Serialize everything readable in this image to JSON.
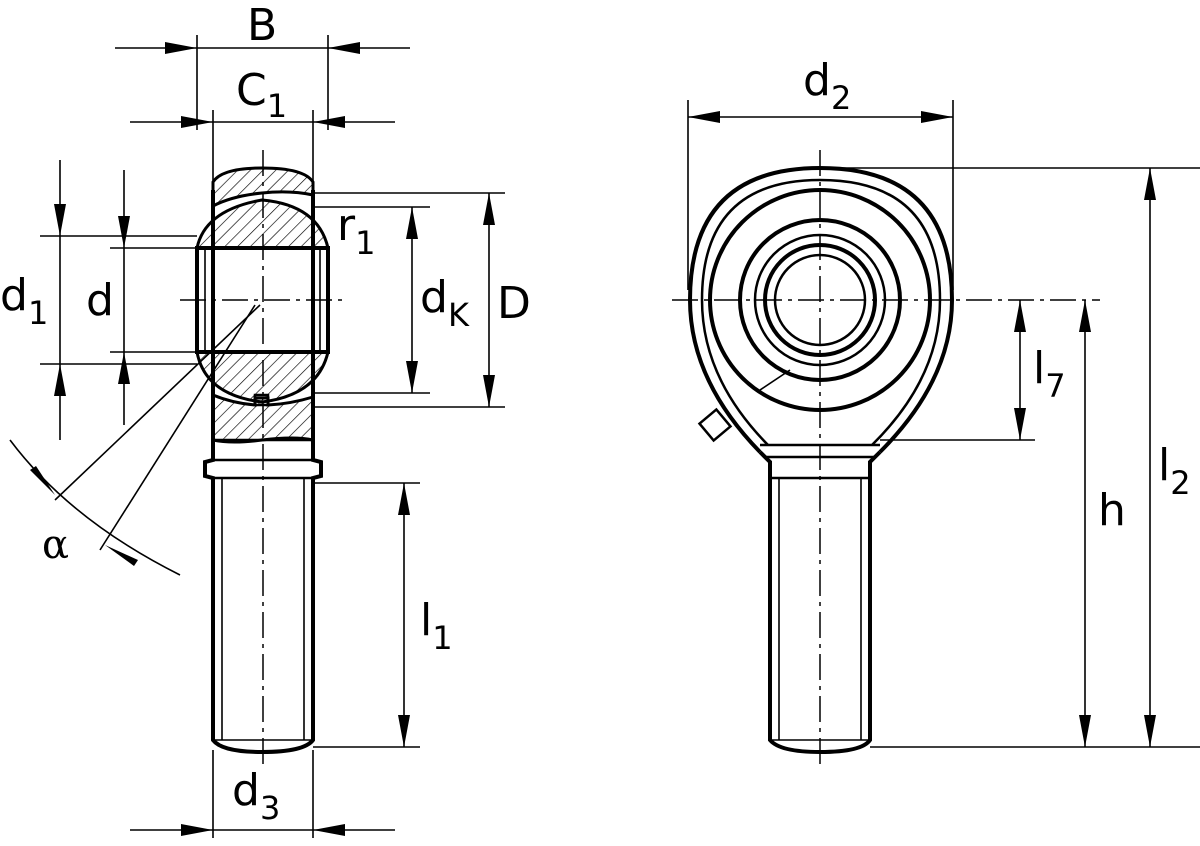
{
  "labels": {
    "B": "B",
    "C1_main": "C",
    "C1_sub": "1",
    "r1_main": "r",
    "r1_sub": "1",
    "d1_main": "d",
    "d1_sub": "1",
    "d": "d",
    "dK_main": "d",
    "dK_sub": "K",
    "D": "D",
    "alpha": "α",
    "l1_main": "l",
    "l1_sub": "1",
    "d3_main": "d",
    "d3_sub": "3",
    "d2_main": "d",
    "d2_sub": "2",
    "l7_main": "l",
    "l7_sub": "7",
    "h": "h",
    "l2_main": "l",
    "l2_sub": "2"
  }
}
